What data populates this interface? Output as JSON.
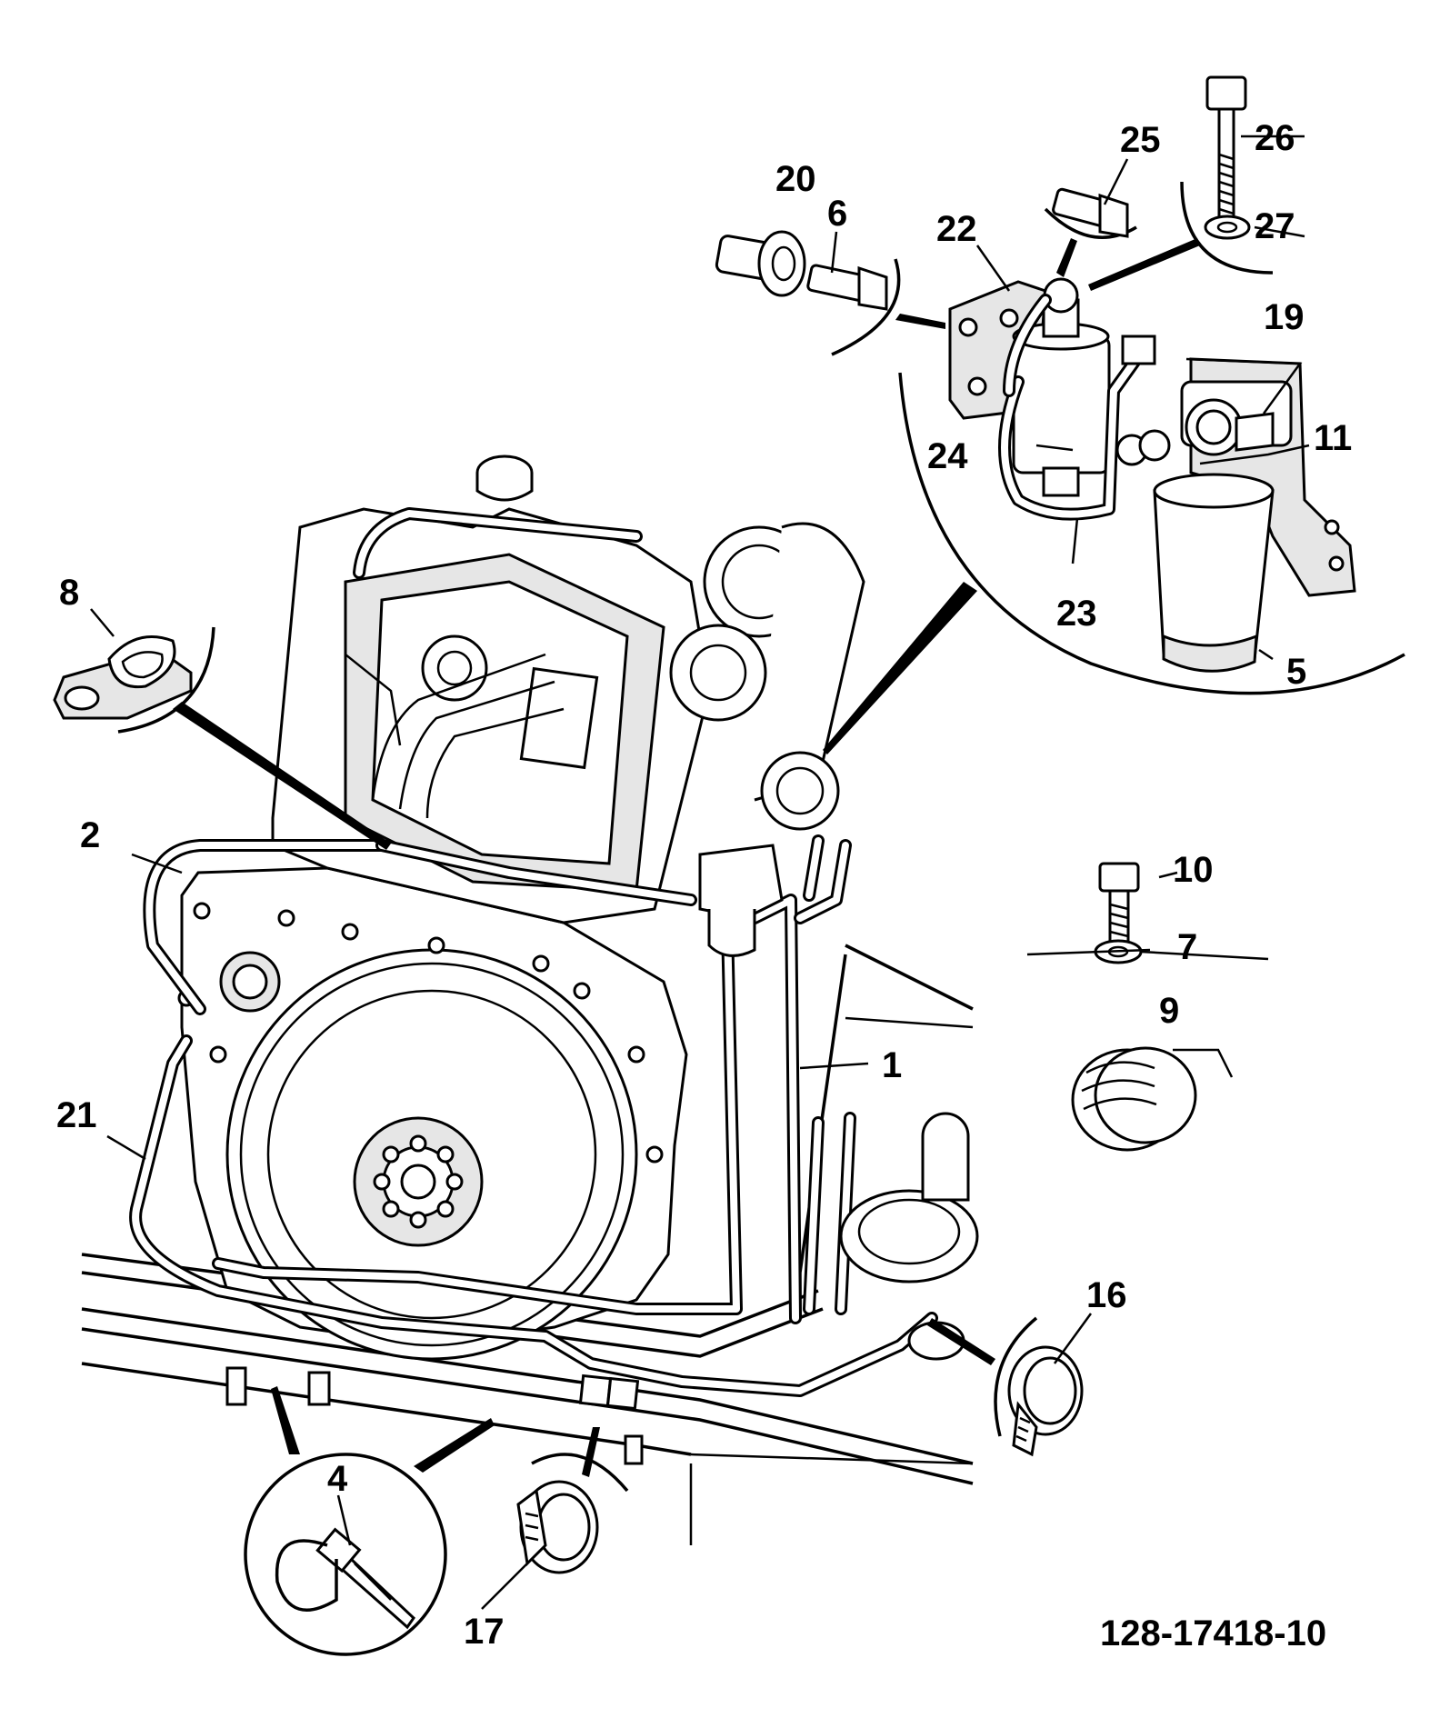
{
  "colors": {
    "line": "#000000",
    "background": "#ffffff",
    "shade": "#e6e6e6"
  },
  "callouts": {
    "c1": "1",
    "c2": "2",
    "c4": "4",
    "c5": "5",
    "c6": "6",
    "c7": "7",
    "c8": "8",
    "c9": "9",
    "c10": "10",
    "c11": "11",
    "c16": "16",
    "c17": "17",
    "c19": "19",
    "c20": "20",
    "c21": "21",
    "c22": "22",
    "c23": "23",
    "c24": "24",
    "c25": "25",
    "c26": "26",
    "c27": "27"
  },
  "document_number": "128-17418-10"
}
